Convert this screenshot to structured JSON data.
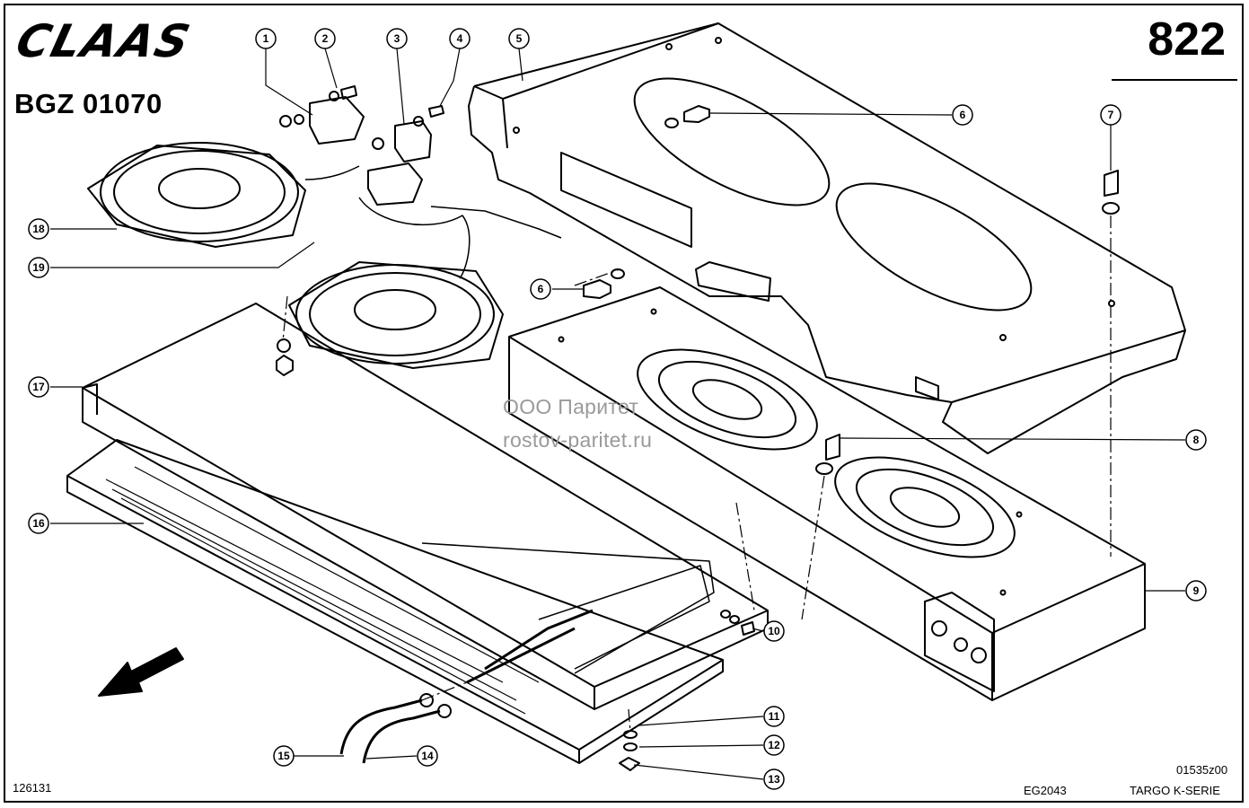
{
  "header": {
    "brand": "CLAAS",
    "group_code": "BGZ 01070",
    "page_number": "822"
  },
  "footer": {
    "figure_id": "126131",
    "drawing_ref": "01535z00",
    "doc_code": "EG2043",
    "series": "TARGO K-SERIE"
  },
  "watermark": {
    "line1": "ООО Паритет",
    "line2": "rostov-paritet.ru"
  },
  "callouts": [
    {
      "label": "1"
    },
    {
      "label": "2"
    },
    {
      "label": "3"
    },
    {
      "label": "4"
    },
    {
      "label": "5"
    },
    {
      "label": "6"
    },
    {
      "label": "6"
    },
    {
      "label": "7"
    },
    {
      "label": "8"
    },
    {
      "label": "9"
    },
    {
      "label": "10"
    },
    {
      "label": "11"
    },
    {
      "label": "12"
    },
    {
      "label": "13"
    },
    {
      "label": "14"
    },
    {
      "label": "15"
    },
    {
      "label": "16"
    },
    {
      "label": "17"
    },
    {
      "label": "18"
    },
    {
      "label": "19"
    }
  ]
}
